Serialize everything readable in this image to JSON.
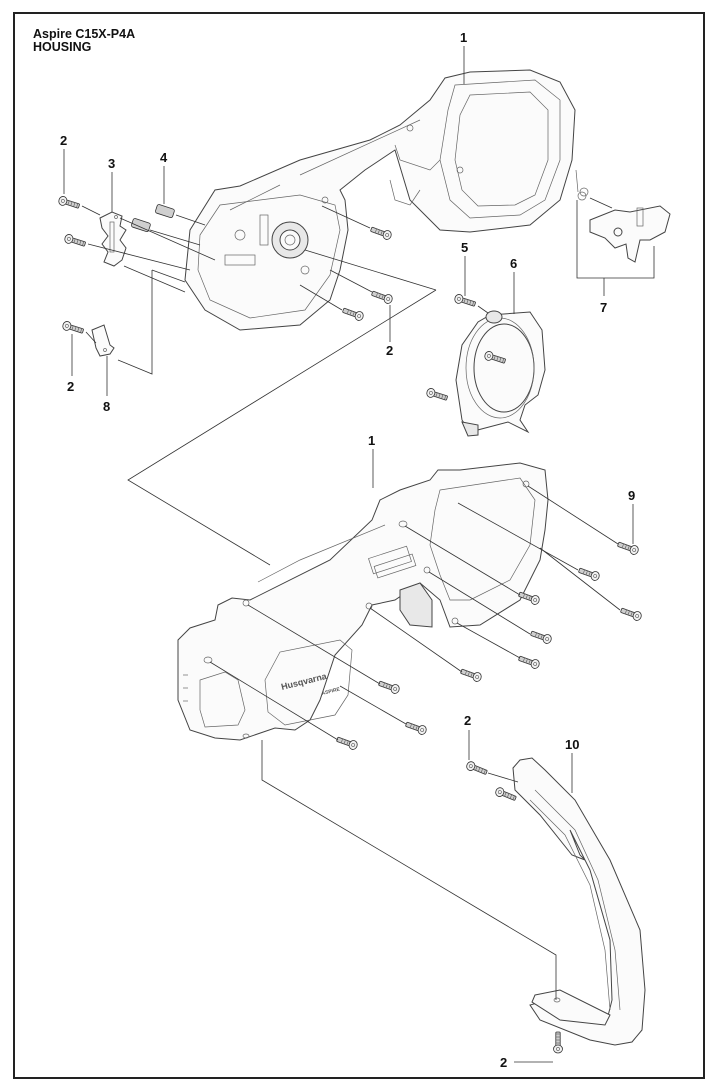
{
  "header": {
    "model": "Aspire C15X-P4A",
    "section": "HOUSING"
  },
  "brand": {
    "logo_text": "Husqvarna",
    "logo_sub": "ASPIRE"
  },
  "callouts": [
    {
      "id": "c1a",
      "label": "1",
      "part": "housing-left"
    },
    {
      "id": "c2a",
      "label": "2",
      "part": "screw"
    },
    {
      "id": "c3",
      "label": "3",
      "part": "bracket"
    },
    {
      "id": "c4",
      "label": "4",
      "part": "threaded-insert"
    },
    {
      "id": "c5",
      "label": "5",
      "part": "screw"
    },
    {
      "id": "c6",
      "label": "6",
      "part": "sprocket-cover-ring"
    },
    {
      "id": "c7",
      "label": "7",
      "part": "trigger-assembly"
    },
    {
      "id": "c2b",
      "label": "2",
      "part": "screw"
    },
    {
      "id": "c2c",
      "label": "2",
      "part": "screw"
    },
    {
      "id": "c8",
      "label": "8",
      "part": "clip"
    },
    {
      "id": "c1b",
      "label": "1",
      "part": "housing-right"
    },
    {
      "id": "c9",
      "label": "9",
      "part": "screw"
    },
    {
      "id": "c2d",
      "label": "2",
      "part": "screw"
    },
    {
      "id": "c10",
      "label": "10",
      "part": "front-handle"
    },
    {
      "id": "c2e",
      "label": "2",
      "part": "screw"
    }
  ]
}
